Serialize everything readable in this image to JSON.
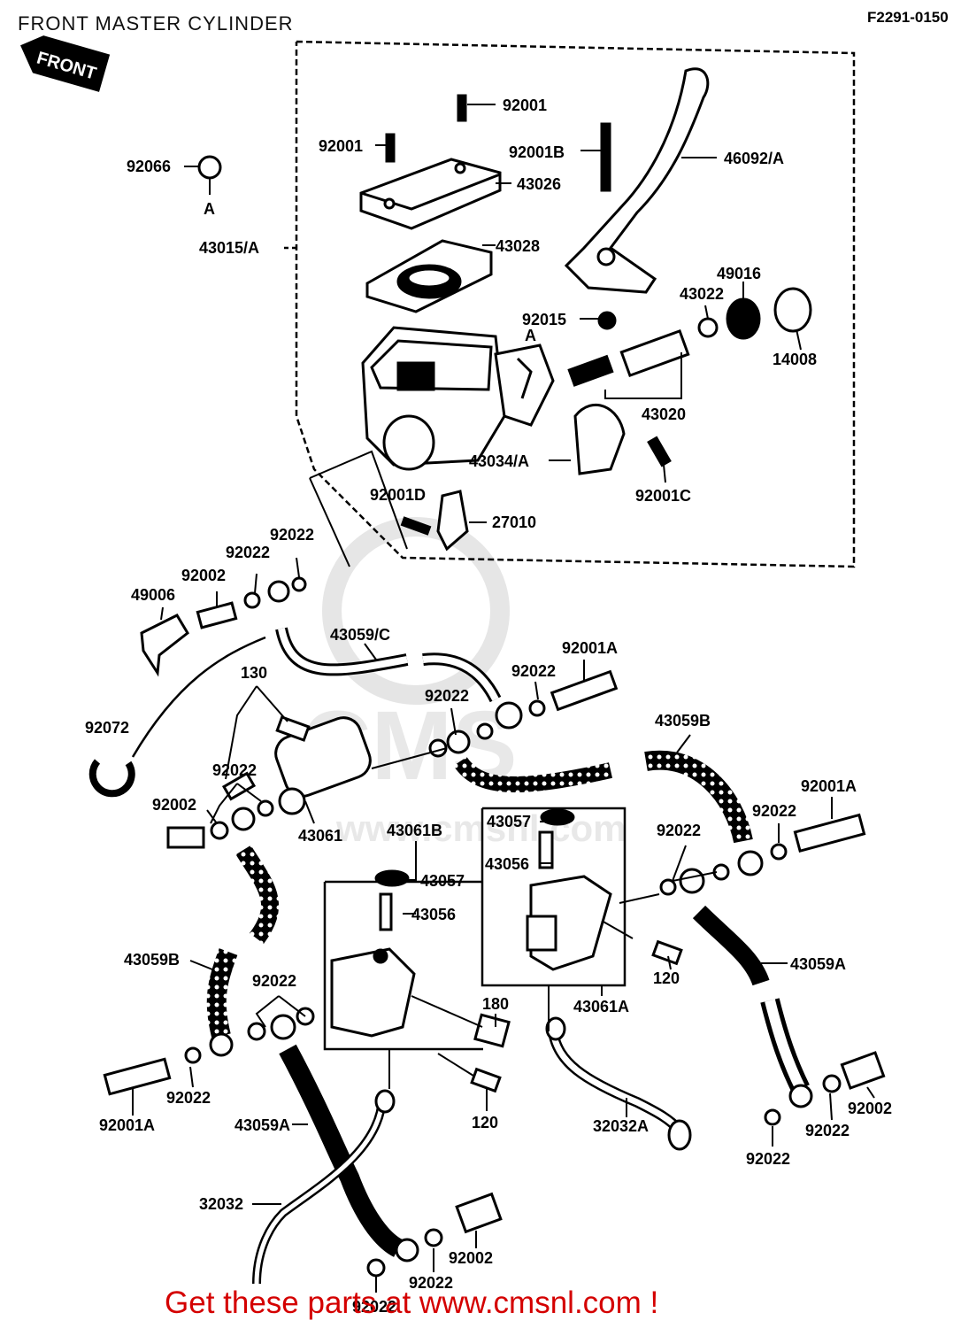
{
  "header": {
    "title": "FRONT MASTER CYLINDER",
    "figure_code": "F2291-0150"
  },
  "badge": {
    "label": "FRONT"
  },
  "callouts": {
    "c92001_top": "92001",
    "c92001_left": "92001",
    "c92001b": "92001B",
    "c46092a": "46092/A",
    "c92066": "92066",
    "mark_a1": "A",
    "c43026": "43026",
    "c43015a": "43015/A",
    "c43028": "43028",
    "c49016": "49016",
    "c43022": "43022",
    "c92015": "92015",
    "mark_a2": "A",
    "c14008": "14008",
    "c43020": "43020",
    "c43034a": "43034/A",
    "c92001c": "92001C",
    "c92001d": "92001D",
    "c27010": "27010",
    "c92022_a": "92022",
    "c92022_b": "92022",
    "c92002_a": "92002",
    "c49006": "49006",
    "c43059c": "43059/C",
    "c92001a_top": "92001A",
    "c130": "130",
    "c92022_c": "92022",
    "c92022_d": "92022",
    "c92072": "92072",
    "c43059b_right": "43059B",
    "c92022_e": "92022",
    "c92002_b": "92002",
    "c43061": "43061",
    "c43061b": "43061B",
    "c43057_right": "43057",
    "c92022_f": "92022",
    "c92001a_right": "92001A",
    "c92022_g": "92022",
    "c43056_right": "43056",
    "c43057_left": "43057",
    "c43056_left": "43056",
    "c43059b_left": "43059B",
    "c92022_h": "92022",
    "c120_right": "120",
    "c43059a_right": "43059A",
    "c43061a": "43061A",
    "c180": "180",
    "c92022_i": "92022",
    "c92001a_bottom": "92001A",
    "c43059a_left": "43059A",
    "c120_bottom": "120",
    "c32032a": "32032A",
    "c92002_c": "92002",
    "c92022_j": "92022",
    "c92022_k": "92022",
    "c32032": "32032",
    "c92002_d": "92002",
    "c92022_l": "92022",
    "c92022_m": "92022"
  },
  "footer": {
    "text": "Get these parts at www.cmsnl.com !"
  },
  "colors": {
    "line": "#000000",
    "footer": "#d40000",
    "watermark": "#e6e6e6"
  }
}
